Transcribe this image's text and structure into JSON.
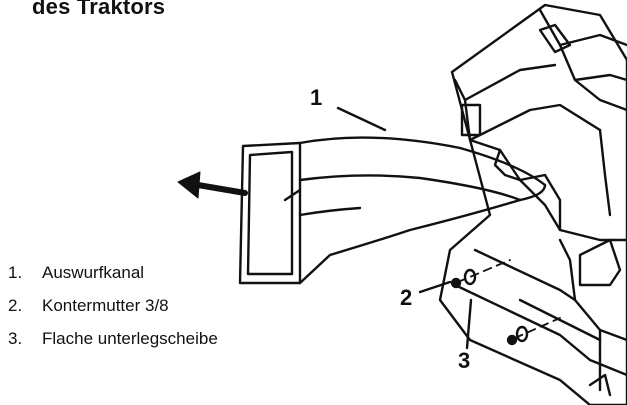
{
  "heading": "des Traktors",
  "callouts": [
    "1",
    "2",
    "3"
  ],
  "legend": [
    {
      "num": "1.",
      "label": "Auswurfkanal"
    },
    {
      "num": "2.",
      "label": "Kontermutter 3/8"
    },
    {
      "num": "3.",
      "label": "Flache unterlegscheibe"
    }
  ],
  "colors": {
    "ink": "#111111",
    "paper": "#ffffff"
  }
}
